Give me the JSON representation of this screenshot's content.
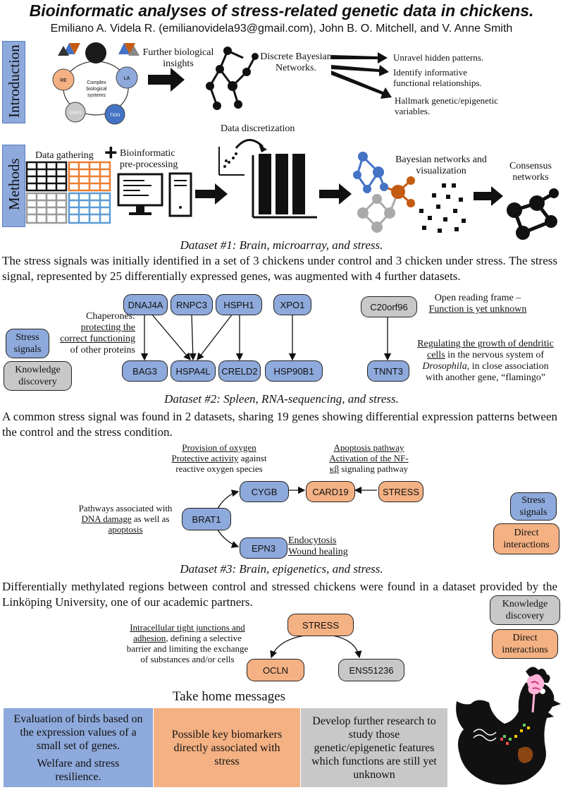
{
  "title": "Bioinformatic analyses of stress-related genetic data in chickens.",
  "authors": "Emiliano A. Videla R. (emilianovidela93@gmail.com), John B. O. Mitchell, and V. Anne Smith",
  "intro": {
    "side_label": "Introduction",
    "cycle_center": "Complex biological systems",
    "cycle_labels": [
      "RE",
      "LA",
      "SHIPS",
      "TION"
    ],
    "insights": "Further biological insights",
    "dbn": "Discrete Bayesian Networks.",
    "outcomes": [
      "Unravel hidden patterns.",
      "Identify informative functional relationships.",
      "Hallmark genetic/epigenetic variables."
    ]
  },
  "methods": {
    "side_label": "Methods",
    "data_gathering": "Data gathering",
    "plus": "+",
    "preprocessing": "Bioinformatic pre-processing",
    "discretization": "Data discretization",
    "bn_vis": "Bayesian networks and visualization",
    "consensus": "Consensus networks"
  },
  "dataset1": {
    "heading": "Dataset #1: Brain, microarray, and stress.",
    "text": "The stress signals was initially identified in a set of 3 chickens under control and 3 chicken under stress. The stress signal, represented by 25 differentially expressed genes, was augmented with 4 further datasets.",
    "top_genes": [
      "DNAJ4A",
      "RNPC3",
      "HSPH1",
      "XPO1",
      "C20orf96"
    ],
    "bottom_genes": [
      "BAG3",
      "HSPA4L",
      "CRELD2",
      "HSP90B1",
      "TNNT3"
    ],
    "chaperones_pre": "Chaperones:",
    "chaperones_u1": "protecting the",
    "chaperones_u2": "correct functioning",
    "chaperones_post": "of other proteins",
    "orf_line1": "Open reading frame –",
    "orf_line2": "Function is yet unknown",
    "reg_u1": "Regulating the growth of dendritic",
    "reg_u2": "cells",
    "reg_rest1": " in the nervous system of",
    "reg_italic": "Drosophila",
    "reg_rest2": ", in close association",
    "reg_rest3": "with another gene, “flamingo”",
    "legend_stress": "Stress signals",
    "legend_knowledge": "Knowledge discovery"
  },
  "dataset2": {
    "heading": "Dataset #2: Spleen, RNA-sequencing, and stress.",
    "text": "A common stress signal was found in 2 datasets, sharing 19 genes showing differential expression patterns between the control and the stress condition.",
    "genes": {
      "cygb": "CYGB",
      "card19": "CARD19",
      "stress": "STRESS",
      "brat1": "BRAT1",
      "epn3": "EPN3"
    },
    "oxygen_u": "Provision of oxygen",
    "protective_u": "Protective activity",
    "protective_rest": " against",
    "ros": "reactive oxygen species",
    "apop_u": "Apoptosis pathway",
    "nfkb_u1": "Activation of the NF-",
    "nfkb_u2": "κβ",
    "nfkb_rest": " signaling pathway",
    "dna_line1": "Pathways associated with",
    "dna_u": "DNA damage",
    "dna_rest": " as well as",
    "apoptosis_u": "apoptosis",
    "endocytosis_u": "Endocytosis",
    "wound_u": "Wound healing",
    "legend_stress": "Stress signals",
    "legend_direct": "Direct interactions"
  },
  "dataset3": {
    "heading": "Dataset #3: Brain, epigenetics, and stress.",
    "text": "Differentially methylated regions between control and stressed chickens were found in a dataset provided by the Linköping University, one of our academic partners.",
    "genes": {
      "stress": "STRESS",
      "ocln": "OCLN",
      "ens": "ENS51236"
    },
    "tj_u1": "Intracellular tight junctions and",
    "tj_u2": "adhesion",
    "tj_rest": ", defining a selective",
    "tj_line3": "barrier and limiting the exchange",
    "tj_line4": "of substances and/or cells",
    "legend_knowledge": "Knowledge discovery",
    "legend_direct": "Direct interactions"
  },
  "take_home": {
    "heading": "Take home messages",
    "box1_line1": "Evaluation of birds based on the expression values of a small set of genes.",
    "box1_line2": "Welfare and stress resilience.",
    "box2": "Possible key biomarkers directly associated with stress",
    "box3": "Develop further research to study those genetic/epigenetic features which functions are still yet unknown"
  },
  "colors": {
    "blue": "#8ea9db",
    "orange": "#f4b183",
    "gray": "#c8c8c8",
    "dark_blue": "#4472c4",
    "dark_orange": "#c55a11"
  }
}
